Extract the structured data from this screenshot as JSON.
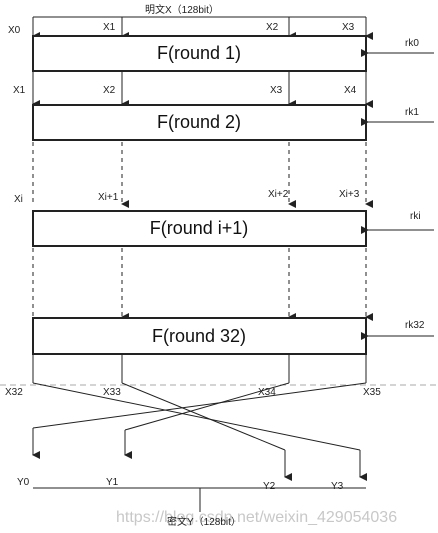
{
  "plaintext_label": "明文X（128bit）",
  "ciphertext_label": "密文Y（128bit）",
  "watermark": "https://blog.csdn.net/weixin_429054036",
  "rounds": [
    {
      "label": "F(round 1)",
      "key": "rk0",
      "inputs": [
        "X0",
        "X1",
        "X2",
        "X3"
      ]
    },
    {
      "label": "F(round 2)",
      "key": "rk1",
      "inputs": [
        "X1",
        "X2",
        "X3",
        "X4"
      ]
    },
    {
      "label": "F(round i+1)",
      "key": "rki",
      "inputs": [
        "Xi",
        "Xi+1",
        "Xi+2",
        "Xi+3"
      ]
    },
    {
      "label": "F(round 32)",
      "key": "rk32",
      "inputs": []
    }
  ],
  "outputs_pre": [
    "X32",
    "X33",
    "X34",
    "X35"
  ],
  "outputs_final": [
    "Y0",
    "Y1",
    "Y2",
    "Y3"
  ]
}
